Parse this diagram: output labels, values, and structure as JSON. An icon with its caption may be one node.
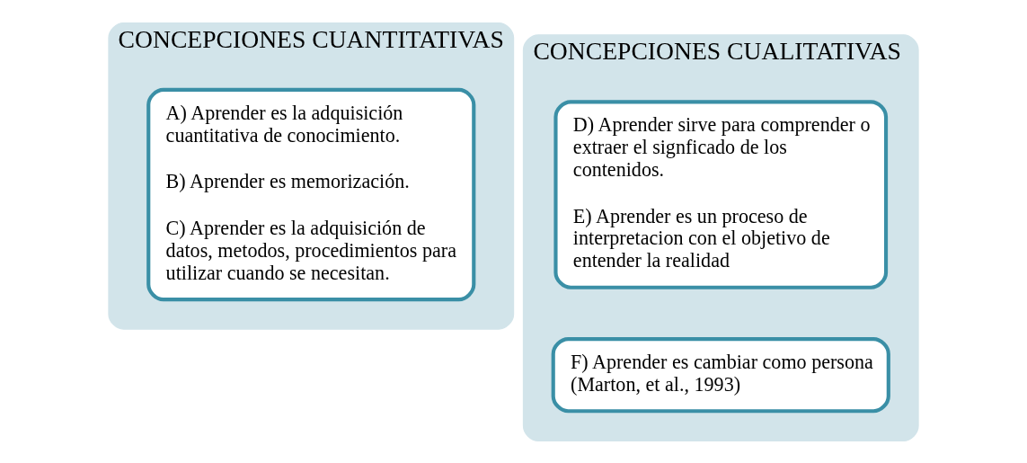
{
  "diagram": {
    "nodes": [
      {
        "text": [
          "CONCEPCIONES CUANTITATIVAS"
        ]
      },
      {
        "text": [
          "A) Aprender es la adquisición cuantitativa de conocimiento.",
          "B) Aprender es memorización.",
          "C) Aprender es la adquisición de datos, metodos, procedimientos para utilizar cuando se necesitan."
        ],
        "in": 0
      },
      {
        "text": [
          "CONCEPCIONES CUALITATIVAS"
        ]
      },
      {
        "text": [
          "D) Aprender sirve para comprender o extraer el signficado de los contenidos.",
          "E) Aprender es un proceso de interpretacion con el objetivo de entender la realidad"
        ],
        "in": 2
      },
      {
        "text": [
          "F) Aprender es cambiar como persona (Marton, et al., 1993)"
        ],
        "in": 2
      }
    ]
  }
}
